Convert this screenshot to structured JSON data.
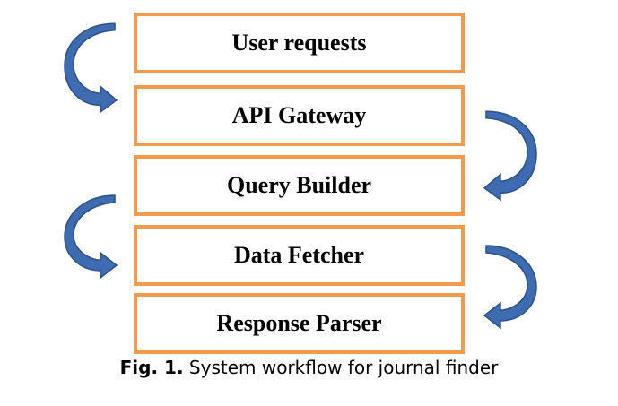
{
  "diagram": {
    "type": "vertical-flow",
    "steps": [
      {
        "label": "User requests"
      },
      {
        "label": "API Gateway"
      },
      {
        "label": "Query Builder"
      },
      {
        "label": "Data Fetcher"
      },
      {
        "label": "Response Parser"
      }
    ],
    "connectors": [
      {
        "from": "User requests",
        "to": "API Gateway",
        "side": "left",
        "icon": "curved-arrow-icon"
      },
      {
        "from": "API Gateway",
        "to": "Query Builder",
        "side": "right",
        "icon": "curved-arrow-icon"
      },
      {
        "from": "Query Builder",
        "to": "Data Fetcher",
        "side": "left",
        "icon": "curved-arrow-icon"
      },
      {
        "from": "Data Fetcher",
        "to": "Response Parser",
        "side": "right",
        "icon": "curved-arrow-icon"
      }
    ]
  },
  "caption": {
    "label": "Fig. 1.",
    "text": "System workflow for journal finder"
  },
  "colors": {
    "box_border": "#F29B4C",
    "arrow_fill": "#3F6CB0",
    "arrow_stroke": "#2B4F86",
    "text": "#000000"
  }
}
